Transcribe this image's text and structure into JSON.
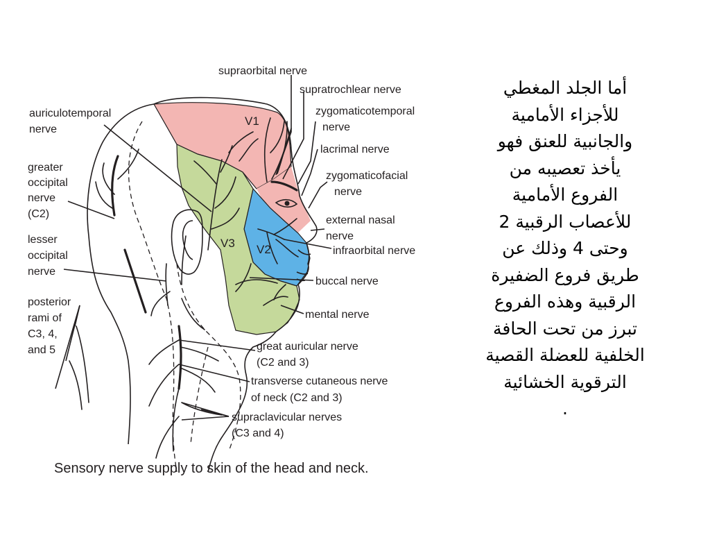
{
  "diagram": {
    "caption": "Sensory nerve supply to skin of the head and neck.",
    "regions": {
      "v1": {
        "label": "V1",
        "color": "#f3b6b3"
      },
      "v2": {
        "label": "V2",
        "color": "#5eb2e6"
      },
      "v3": {
        "label": "V3",
        "color": "#c5d99b"
      }
    },
    "labels": {
      "supraorbital": "supraorbital nerve",
      "supratrochlear": "supratrochlear nerve",
      "zygomaticotemporal_1": "zygomaticotemporal",
      "zygomaticotemporal_2": "nerve",
      "lacrimal": "lacrimal nerve",
      "zygomaticofacial_1": "zygomaticofacial",
      "zygomaticofacial_2": "nerve",
      "external_nasal_1": "external nasal",
      "external_nasal_2": "nerve",
      "infraorbital": "infraorbital nerve",
      "buccal": "buccal nerve",
      "mental": "mental nerve",
      "great_auricular_1": "great auricular nerve",
      "great_auricular_2": "(C2 and 3)",
      "transverse_cutaneous_1": "transverse cutaneous nerve",
      "transverse_cutaneous_2": "of neck (C2 and 3)",
      "supraclavicular_1": "supraclavicular nerves",
      "supraclavicular_2": "(C3 and 4)",
      "auriculotemporal_1": "auriculotemporal",
      "auriculotemporal_2": "nerve",
      "greater_occipital_1": "greater",
      "greater_occipital_2": "occipital",
      "greater_occipital_3": "nerve",
      "greater_occipital_4": "(C2)",
      "lesser_occipital_1": "lesser",
      "lesser_occipital_2": "occipital",
      "lesser_occipital_3": "nerve",
      "posterior_rami_1": "posterior",
      "posterior_rami_2": "rami of",
      "posterior_rami_3": "C3, 4,",
      "posterior_rami_4": "and 5"
    }
  },
  "arabic_text": {
    "lines": [
      "أما الجلد المغطي",
      "للأجزاء الأمامية",
      "والجانبية للعنق فهو",
      "يأخذ تعصيبه من",
      "الفروع الأمامية",
      "للأعصاب الرقبية 2",
      "وحتى 4 وذلك عن",
      "طريق فروع الضفيرة",
      "الرقبية وهذه الفروع",
      "تبرز من تحت الحافة",
      "الخلفية للعضلة القصية",
      "الترقوية الخشائية",
      "."
    ]
  }
}
